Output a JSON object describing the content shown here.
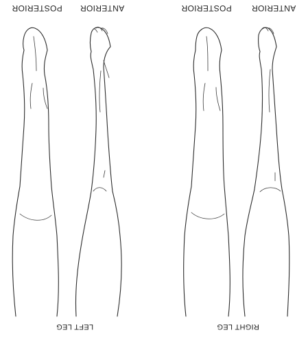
{
  "diagram": {
    "left_leg": {
      "caption": "LEFT LEG",
      "views": [
        "POSTERIOR",
        "ANTERIOR"
      ]
    },
    "right_leg": {
      "caption": "RIGHT LEG",
      "views": [
        "POSTERIOR",
        "ANTERIOR"
      ]
    }
  }
}
